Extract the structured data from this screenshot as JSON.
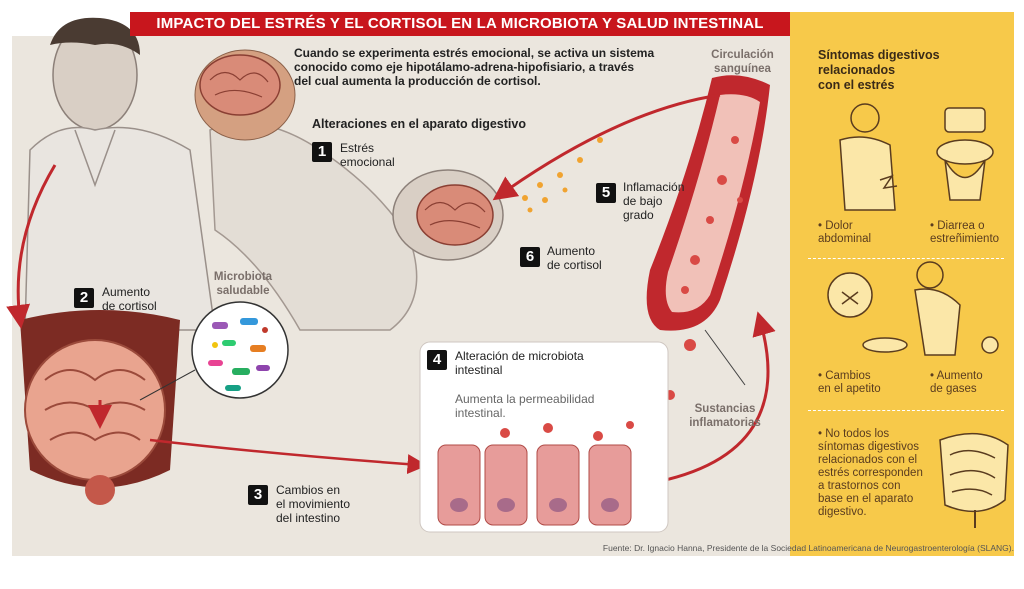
{
  "title": "IMPACTO DEL ESTRÉS Y EL CORTISOL EN LA MICROBIOTA Y SALUD INTESTINAL",
  "intro": [
    "Cuando se experimenta estrés emocional, se activa un sistema",
    "conocido como eje hipotálamo-adrena-hipofisiario, a través",
    "del cual aumenta la producción de cortisol."
  ],
  "section_title": "Alteraciones en el aparato digestivo",
  "steps": [
    {
      "number": "1",
      "lines": [
        "Estrés",
        "emocional"
      ]
    },
    {
      "number": "2",
      "lines": [
        "Aumento",
        "de cortisol"
      ]
    },
    {
      "number": "3",
      "lines": [
        "Cambios en",
        "el movimiento",
        "del intestino"
      ]
    },
    {
      "number": "4",
      "lines": [
        "Alteración de microbiota",
        "intestinal"
      ]
    },
    {
      "number": "5",
      "lines": [
        "Inflamación",
        "de bajo",
        "grado"
      ]
    },
    {
      "number": "6",
      "lines": [
        "Aumento",
        "de cortisol"
      ]
    }
  ],
  "microbiota_label": [
    "Microbiota",
    "saludable"
  ],
  "permeability_label": [
    "Aumenta la permeabilidad",
    "intestinal."
  ],
  "circulation_label": [
    "Circulación",
    "sanguínea"
  ],
  "inflammatory_label": [
    "Sustancias",
    "inflamatorias"
  ],
  "sidebar": {
    "title": [
      "Síntomas digestivos",
      "relacionados",
      "con el estrés"
    ],
    "symptoms": [
      {
        "lines": [
          "• Dolor",
          "abdominal"
        ],
        "icon": "abdominal-pain-icon"
      },
      {
        "lines": [
          "• Diarrea o",
          "estreñimiento"
        ],
        "icon": "toilet-icon"
      },
      {
        "lines": [
          "• Cambios",
          "en el apetito"
        ],
        "icon": "appetite-icon"
      },
      {
        "lines": [
          "• Aumento",
          "de gases"
        ],
        "icon": "gas-icon"
      }
    ],
    "note": [
      "• No todos los",
      "síntomas digestivos",
      "relacionados con el",
      "estrés corresponden",
      "a trastornos con",
      "base en el aparato",
      "digestivo."
    ]
  },
  "source": "Fuente: Dr. Ignacio Hanna, Presidente de la Sociedad Latinoamericana de Neurogastroenterología (SLANG).",
  "colors": {
    "banner": "#c8161d",
    "sidebar": "#f7c94a",
    "blood": "#c0282d",
    "background": "#ebe6de"
  }
}
